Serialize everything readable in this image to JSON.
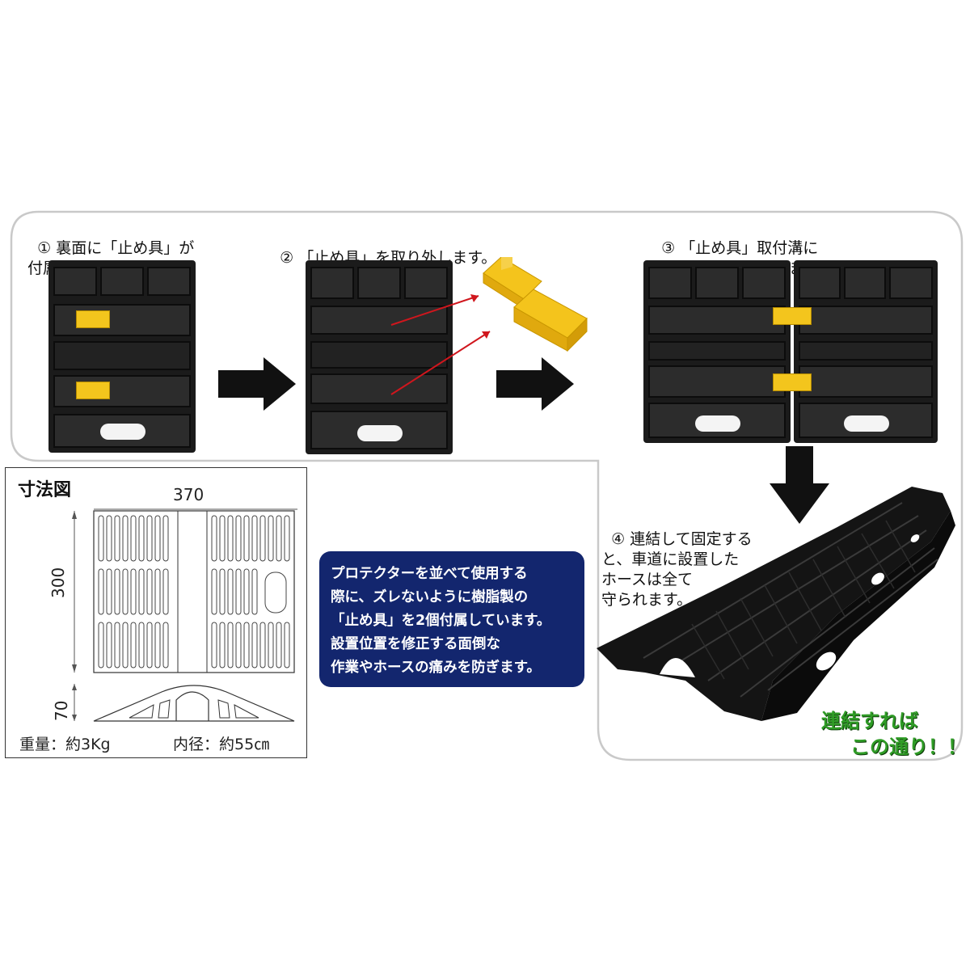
{
  "steps": [
    {
      "number": "①",
      "text": "裏面に「止め具」が\n付属されています。"
    },
    {
      "number": "②",
      "text": "「止め具」を取り外します。"
    },
    {
      "number": "③",
      "text": "「止め具」取付溝に\n差し込んで連結させます。"
    },
    {
      "number": "④",
      "text": "連結して固定する\nと、車道に設置した\nホースは全て\n守られます。"
    }
  ],
  "dimension_diagram": {
    "title": "寸法図",
    "width_label": "370",
    "length_label": "300",
    "height_label": "70",
    "weight": "重量：約3Kg",
    "inner_diameter": "内径：約55㎝"
  },
  "note": {
    "lines": [
      "プロテクターを並べて使用する",
      "際に、ズレないように樹脂製の",
      "「止め具」を2個付属しています。",
      "設置位置を修正する面倒な",
      "作業やホースの痛みを防ぎます。"
    ]
  },
  "caption": {
    "line1": "連結すれば",
    "line2": "この通り！！"
  },
  "colors": {
    "note_background": "#13266e",
    "caption_green": "#2f9c26",
    "stopper_yellow": "#f3c51d",
    "rubber_black": "#1b1b1b"
  }
}
